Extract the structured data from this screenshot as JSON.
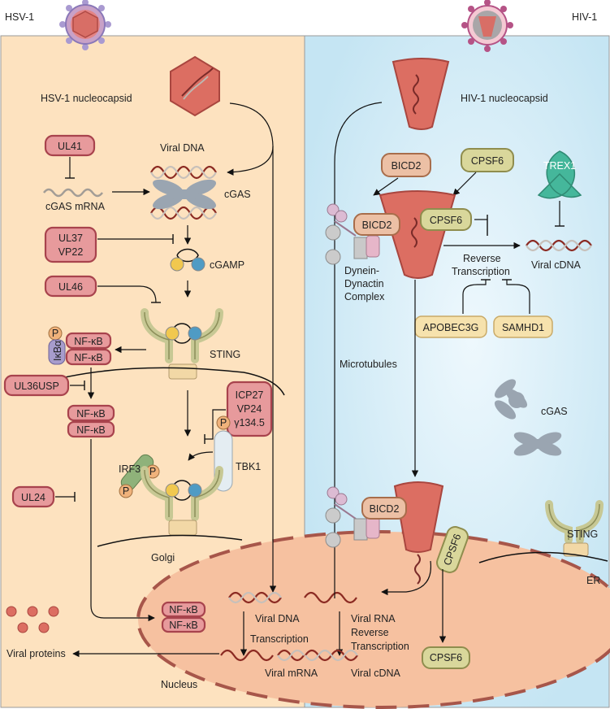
{
  "panels": {
    "left": {
      "label": "HSV-1",
      "nucleocapsid": "HSV-1 nucleocapsid"
    },
    "right": {
      "label": "HIV-1",
      "nucleocapsid": "HIV-1 nucleocapsid"
    }
  },
  "hsv": {
    "ul41": "UL41",
    "cgas_mrna": "cGAS mRNA",
    "viral_dna": "Viral DNA",
    "cgas": "cGAS",
    "ul37": "UL37",
    "vp22": "VP22",
    "cgamp": "cGAMP",
    "ul46": "UL46",
    "p": "P",
    "ikba": "IκBα",
    "nfkb": "NF-κB",
    "sting": "STING",
    "ul36usp": "UL36USP",
    "er": "ER",
    "icp27": "ICP27",
    "vp24": "VP24",
    "g1345": "γ134.5",
    "irf3": "IRF3",
    "tbk1": "TBK1",
    "ul24": "UL24",
    "golgi": "Golgi",
    "viral_proteins": "Viral proteins"
  },
  "hiv": {
    "bicd2": "BICD2",
    "cpsf6": "CPSF6",
    "trex1": "TREX1",
    "dynein_1": "Dynein-",
    "dynein_2": "Dynactin",
    "dynein_3": "Complex",
    "rt_1": "Reverse",
    "rt_2": "Transcription",
    "viral_cdna": "Viral cDNA",
    "apobec": "APOBEC3G",
    "samhd1": "SAMHD1",
    "microtubules": "Microtubules",
    "cgas": "cGAS",
    "sting": "STING",
    "er": "ER"
  },
  "nucleus": {
    "label": "Nucleus",
    "viral_dna": "Viral DNA",
    "transcription": "Transcription",
    "viral_mrna": "Viral mRNA",
    "viral_rna": "Viral RNA",
    "reverse": "Reverse",
    "transcription2": "Transcription",
    "viral_cdna": "Viral cDNA",
    "nfkb": "NF-κB",
    "cpsf6": "CPSF6"
  },
  "colors": {
    "left_bg": "#fde2bf",
    "right_bg": "#c5e5f3",
    "nucleus": "#f6c1a0",
    "viral_red": "#dc6e62",
    "protein_box": "#e79a9c",
    "cpsf6_fill": "#d9d79b",
    "bicd2_fill": "#ecc0a5",
    "trex1": "#45b79b",
    "host_factor": "#f6e2ad"
  },
  "icons": [
    "hsv1-virion-icon",
    "hiv1-virion-icon",
    "dna-helix-icon",
    "cgas-icon",
    "sting-icon",
    "cgamp-icon",
    "dynein-dynactin-icon",
    "microtubule-icon",
    "trex1-icon"
  ]
}
